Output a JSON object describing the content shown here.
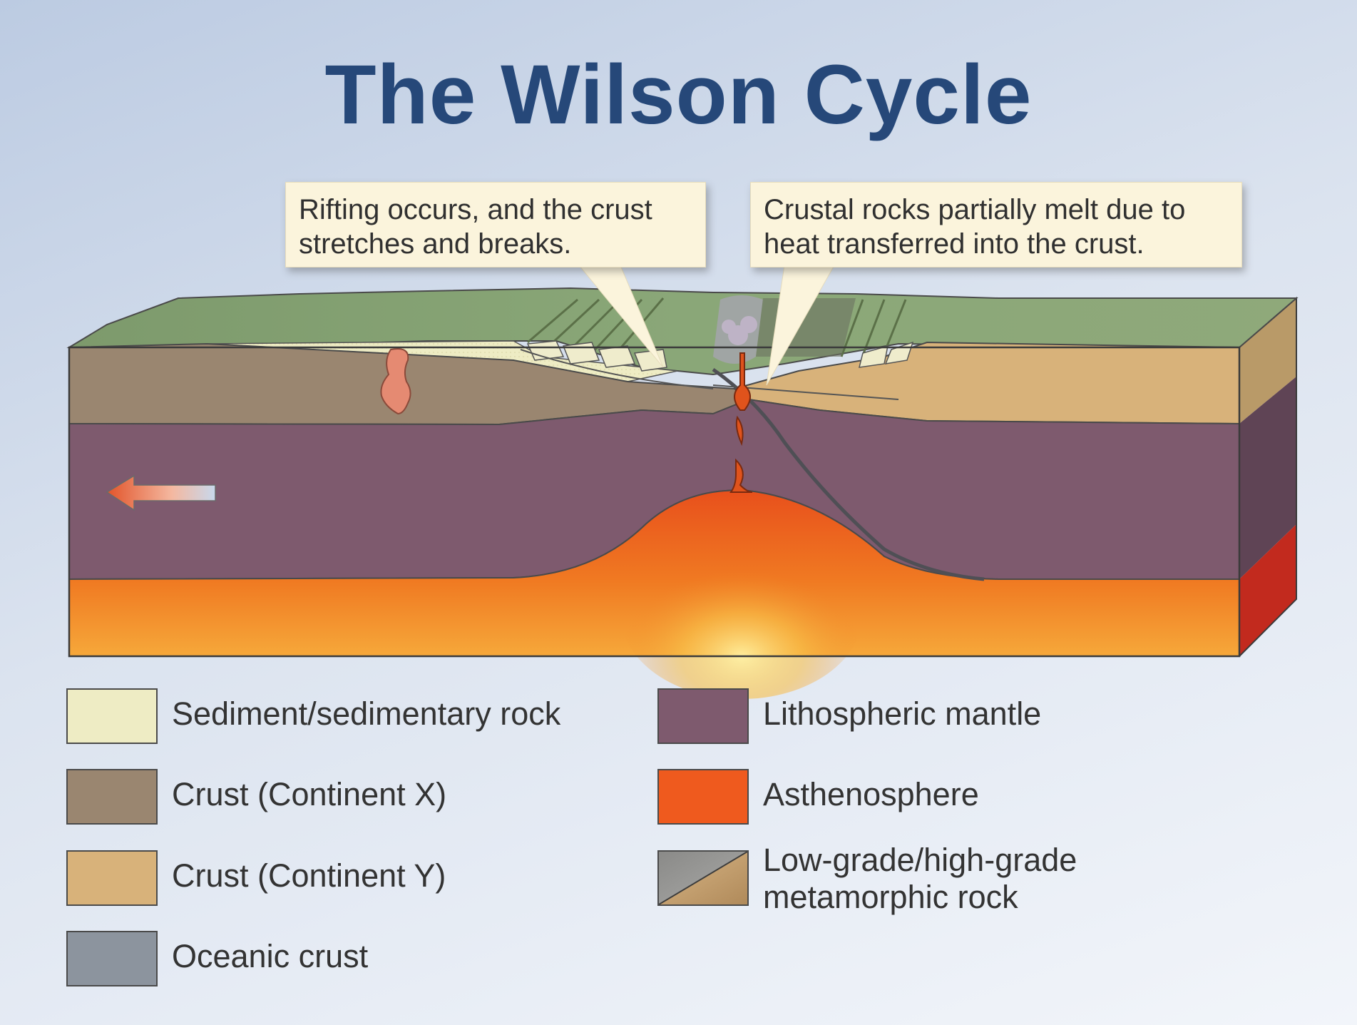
{
  "title": "The Wilson Cycle",
  "callouts": [
    {
      "text": "Rifting occurs, and the crust stretches and breaks."
    },
    {
      "text": "Crustal rocks partially melt due to heat transferred into the crust."
    }
  ],
  "legend": [
    {
      "label": "Sediment/sedimentary rock",
      "color": "#eeecc4"
    },
    {
      "label": "Crust (Continent X)",
      "color": "#9a8670"
    },
    {
      "label": "Crust (Continent Y)",
      "color": "#d8b27a"
    },
    {
      "label": "Oceanic crust",
      "color": "#8c949e"
    },
    {
      "label": "Lithospheric mantle",
      "color": "#7e5a6e"
    },
    {
      "label": "Asthenosphere",
      "color": "#ef5a1e"
    },
    {
      "label": "Low-grade/high-grade metamorphic rock",
      "color": "#8a8a88"
    }
  ],
  "colors": {
    "title": "#264879",
    "crust_x": "#9a8670",
    "crust_y": "#d8b27a",
    "lithospheric_mantle": "#7e5a6e",
    "asthenosphere": "#ef5a1e",
    "magma": "#e0531c",
    "plate_motion_arrow": "#e2542a",
    "surface": "#7d9a6c"
  }
}
